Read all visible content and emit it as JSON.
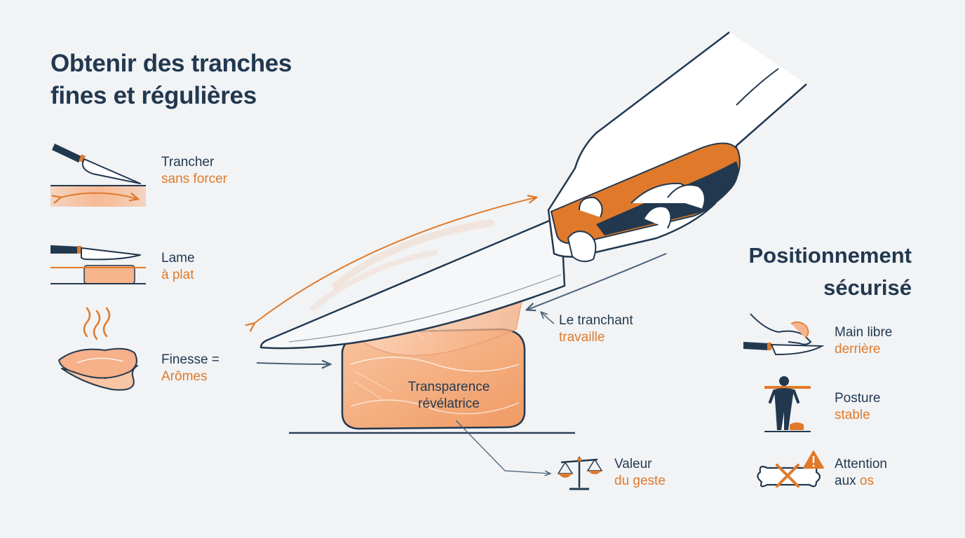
{
  "title": {
    "line1": "Obtenir des tranches",
    "line2": "fines et régulières"
  },
  "tips_left": [
    {
      "line1": "Trancher",
      "line2": "sans forcer",
      "icon": "knife-slicing-icon"
    },
    {
      "line1": "Lame",
      "line2": "à plat",
      "icon": "flat-blade-icon"
    },
    {
      "line1": "Finesse =",
      "line2": "Arômes",
      "icon": "aromatic-slice-icon"
    }
  ],
  "center": {
    "meat_label_line1": "Transparence",
    "meat_label_line2": "révélatrice",
    "edge_label_line1": "Le tranchant",
    "edge_label_line2": "travaille",
    "value_label_line1": "Valeur",
    "value_label_line2": "du geste"
  },
  "safety": {
    "title_line1": "Positionnement",
    "title_line2": "sécurisé",
    "items": [
      {
        "line1": "Main libre",
        "line2": "derrière",
        "icon": "free-hand-icon"
      },
      {
        "line1": "Posture",
        "line2": "stable",
        "icon": "posture-icon"
      },
      {
        "line1_a": "Attention",
        "line2_a": "aux ",
        "line2_b": "os",
        "icon": "bone-warning-icon"
      }
    ]
  },
  "colors": {
    "navy": "#22384f",
    "orange": "#e07a2a",
    "peach": "#f4b48a",
    "background": "#f1f3f5"
  }
}
